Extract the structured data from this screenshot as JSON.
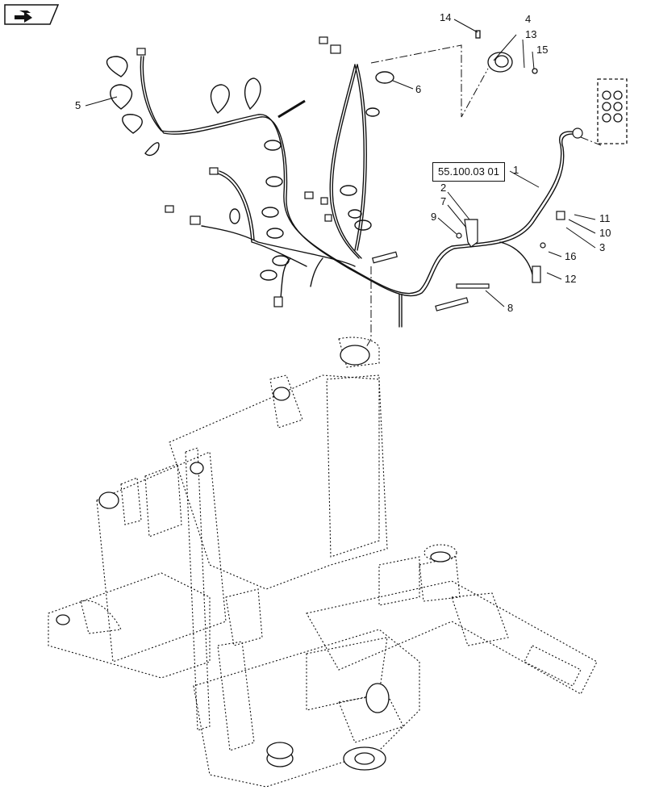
{
  "reference_box": "55.100.03 01",
  "icons": {
    "nav": "next-page-arrow-icon"
  },
  "callouts": [
    {
      "id": "c1",
      "text": "1"
    },
    {
      "id": "c2",
      "text": "2"
    },
    {
      "id": "c3",
      "text": "3"
    },
    {
      "id": "c4",
      "text": "4"
    },
    {
      "id": "c5",
      "text": "5"
    },
    {
      "id": "c6",
      "text": "6"
    },
    {
      "id": "c7",
      "text": "7"
    },
    {
      "id": "c8",
      "text": "8"
    },
    {
      "id": "c9",
      "text": "9"
    },
    {
      "id": "c10",
      "text": "10"
    },
    {
      "id": "c11",
      "text": "11"
    },
    {
      "id": "c12",
      "text": "12"
    },
    {
      "id": "c13",
      "text": "13"
    },
    {
      "id": "c14",
      "text": "14"
    },
    {
      "id": "c15",
      "text": "15"
    },
    {
      "id": "c16",
      "text": "16"
    }
  ]
}
